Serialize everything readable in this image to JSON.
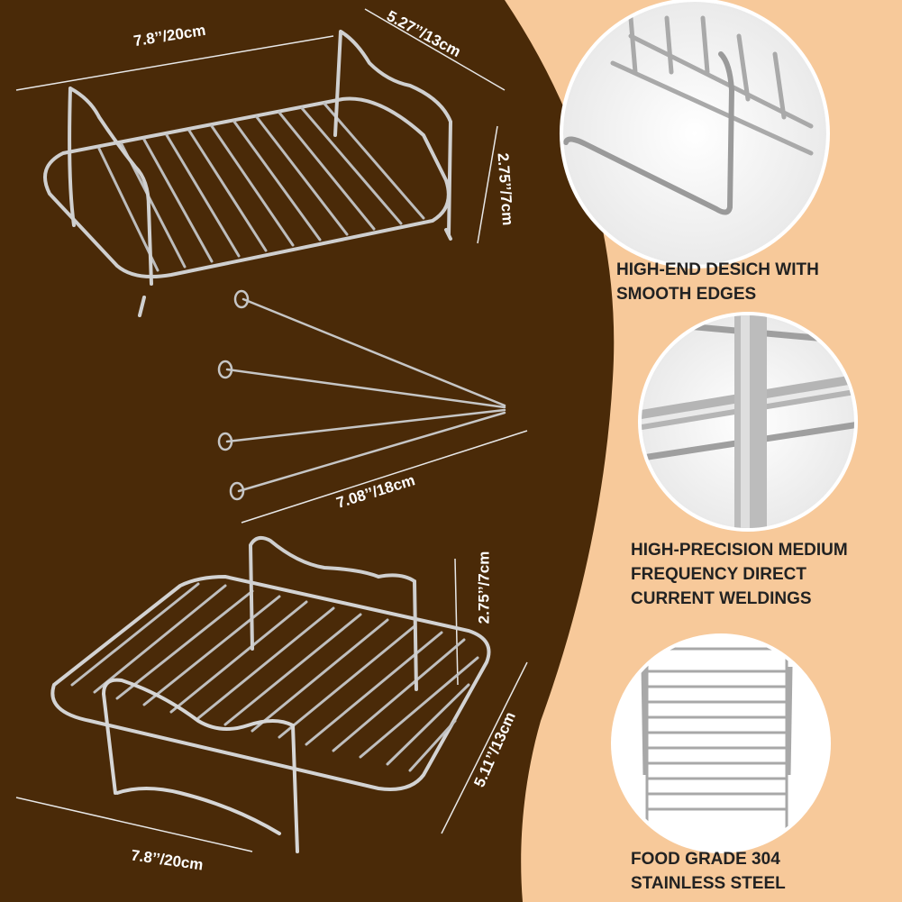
{
  "colors": {
    "background_peach": "#f7c99a",
    "background_brown": "#4a2a08",
    "wire": "#c9c9c9",
    "wire_dark": "#8a8a8a",
    "dimension_text": "#ffffff",
    "feature_text": "#222222"
  },
  "dimensions": {
    "top_rack_length": "7.8’’/20cm",
    "top_rack_width": "5.27’’/13cm",
    "top_rack_height": "2.75’’/7cm",
    "skewer_length": "7.08’’/18cm",
    "bottom_rack_height": "2.75’’/7cm",
    "bottom_rack_width": "5.11’’/13cm",
    "bottom_rack_length": "7.8’’/20cm"
  },
  "features": [
    {
      "line1": "HIGH-END DESICH WITH",
      "line2": "SMOOTH EDGES"
    },
    {
      "line1": "HIGH-PRECISION MEDIUM",
      "line2": "FREQUENCY DIRECT",
      "line3": "CURRENT WELDINGS"
    },
    {
      "line1": "FOOD GRADE 304",
      "line2": "STAINLESS STEEL"
    }
  ],
  "icons": {
    "top_rack": "wire-rack-icon",
    "skewers": "skewer-icon",
    "bottom_rack": "wire-rack-icon",
    "detail_1": "rack-leg-detail-icon",
    "detail_2": "welding-detail-icon",
    "detail_3": "rack-top-view-icon"
  }
}
